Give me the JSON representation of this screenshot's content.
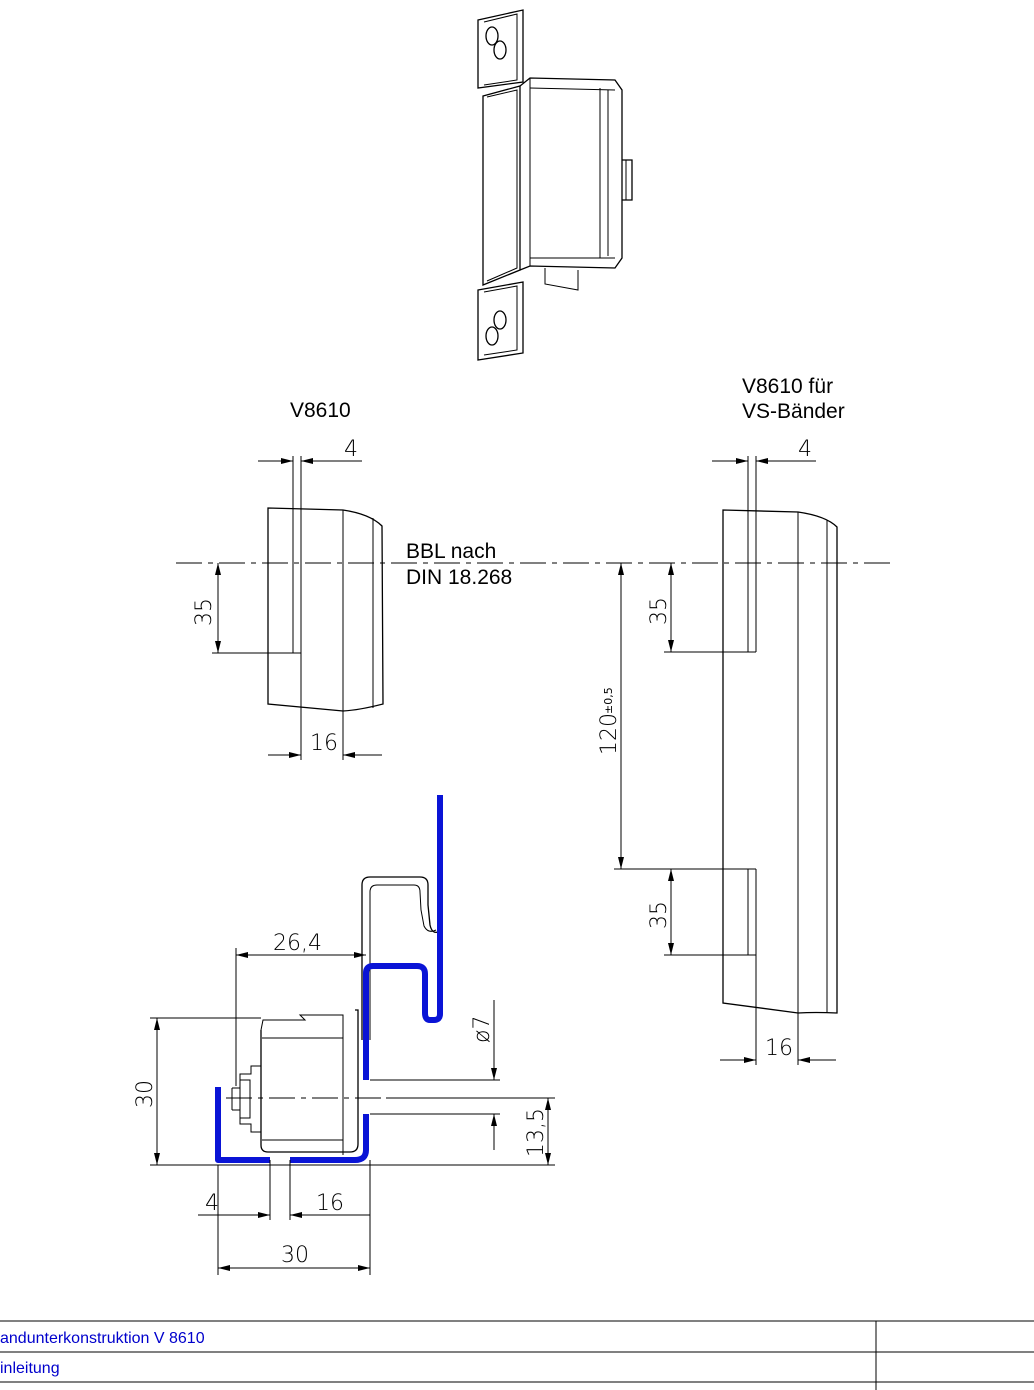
{
  "title_left": "V8610",
  "title_right_line1": "V8610 für",
  "title_right_line2": "VS-Bänder",
  "bbl_line1": "BBL nach",
  "bbl_line2": "DIN 18.268",
  "dims": {
    "left_top": "4",
    "left_35": "35",
    "left_16": "16",
    "right_top": "4",
    "right_35_upper": "35",
    "right_120": "120",
    "right_120_tol": "±0,5",
    "right_35_lower": "35",
    "right_16": "16",
    "sec_26_4": "26,4",
    "sec_phi7": "ø7",
    "sec_30_v": "30",
    "sec_13_5": "13,5",
    "sec_4": "4",
    "sec_16": "16",
    "sec_30_h": "30"
  },
  "title_block": {
    "row1": "andunterkonstruktion V 8610",
    "row2": "inleitung"
  },
  "colors": {
    "profile": "#0a14d6",
    "title_block_text": "#0000cc",
    "line": "#000000"
  }
}
